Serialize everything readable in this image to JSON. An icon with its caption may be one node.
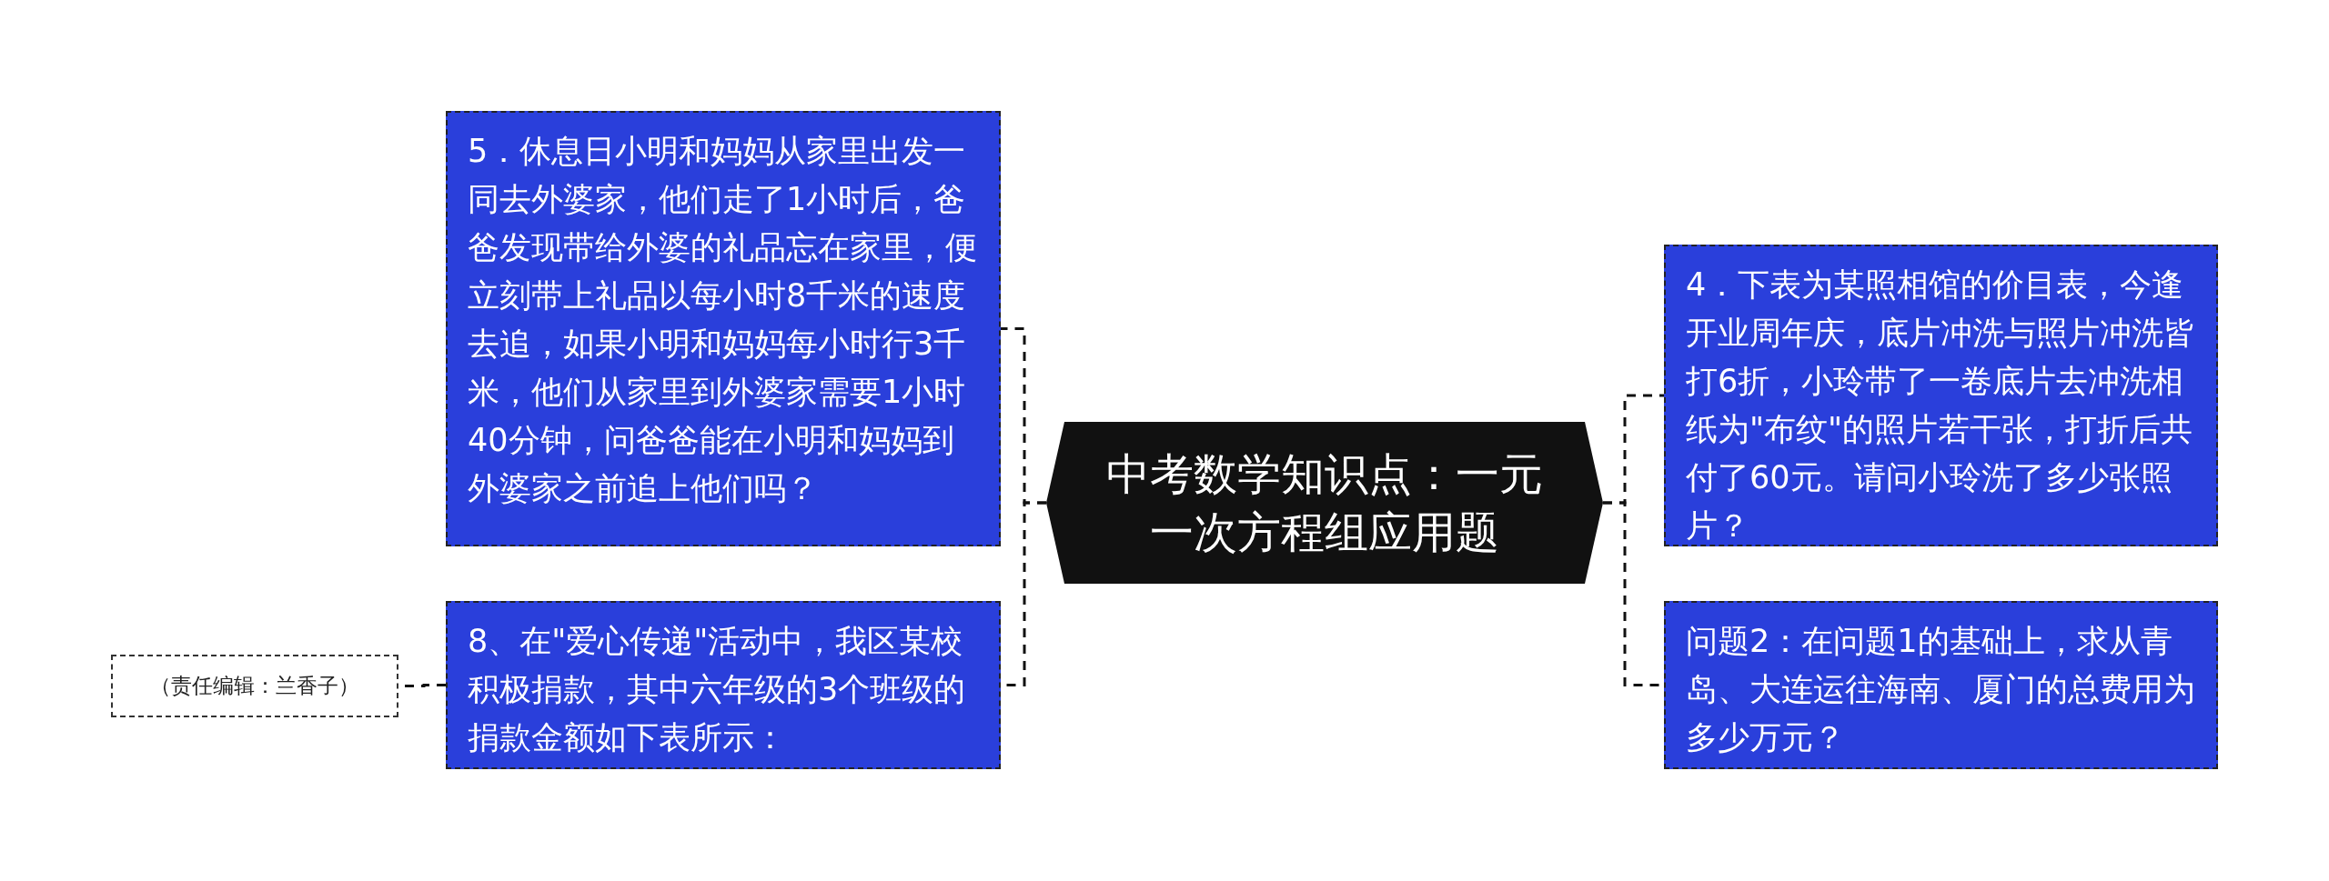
{
  "diagram": {
    "nodes": [
      {
        "text": [
          "中考数学知识点：一元一次方程组应用题"
        ]
      },
      {
        "text": [
          "5．休息日小明和妈妈从家里出发一同去外婆家，他们走了1小时后，爸爸发现带给外婆的礼品忘在家里，便立刻带上礼品以每小时8千米的速度去追，如果小明和妈妈每小时行3千米，他们从家里到外婆家需要1小时40分钟，问爸爸能在小明和妈妈到外婆家之前追上他们吗？"
        ]
      },
      {
        "text": [
          "8、在\"爱心传递\"活动中，我区某校积极捐款，其中六年级的3个班级的捐款金额如下表所示："
        ]
      },
      {
        "text": [
          "（责任编辑：兰香子）"
        ]
      },
      {
        "text": [
          "4．下表为某照相馆的价目表，今逢开业周年庆，底片冲洗与照片冲洗皆打6折，小玲带了一卷底片去冲洗相纸为\"布纹\"的照片若干张，打折后共付了60元。请问小玲洗了多少张照片？"
        ]
      },
      {
        "text": [
          "问题2：在问题1的基础上，求从青岛、大连运往海南、厦门的总费用为多少万元？"
        ]
      }
    ],
    "edges": [
      {
        "from": 0,
        "to": 1,
        "arrow": "none",
        "style": "dashed"
      },
      {
        "from": 0,
        "to": 2,
        "arrow": "none",
        "style": "dashed"
      },
      {
        "from": 2,
        "to": 3,
        "arrow": "none",
        "style": "dashed"
      },
      {
        "from": 0,
        "to": 4,
        "arrow": "none",
        "style": "dashed"
      },
      {
        "from": 0,
        "to": 5,
        "arrow": "none",
        "style": "dashed"
      }
    ]
  }
}
